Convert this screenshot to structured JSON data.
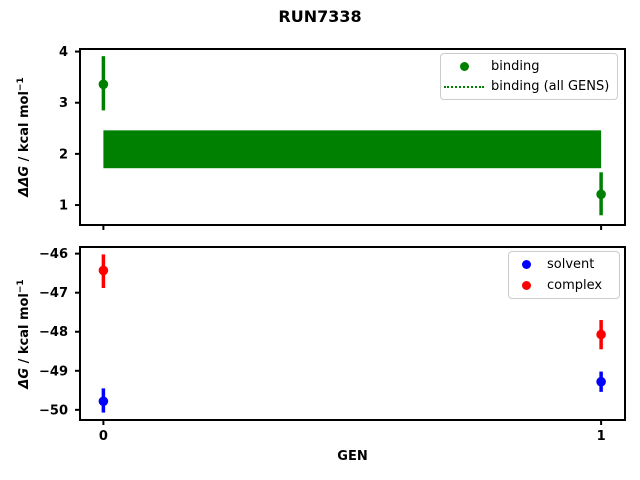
{
  "figure_title": "RUN7338",
  "colors": {
    "binding": "#008000",
    "solvent": "#0000ff",
    "complex": "#ff0000",
    "axes": "#000000",
    "background": "#ffffff",
    "legend_border": "#cccccc"
  },
  "chart_data": [
    {
      "type": "scatter",
      "title": "RUN7338",
      "xlabel": "",
      "ylabel": "ΔΔG / kcal mol⁻¹",
      "ylabel_parts": {
        "math": "ΔΔG",
        "rest": " / kcal mol",
        "sup": "−1"
      },
      "xlim": [
        -0.047,
        1.048
      ],
      "ylim": [
        0.61,
        4.05
      ],
      "grid": false,
      "xticks": {
        "values": [
          0,
          1
        ],
        "labels": [
          "",
          ""
        ]
      },
      "yticks": {
        "values": [
          4,
          3,
          2,
          1
        ],
        "labels": [
          "4",
          "3",
          "2",
          "1"
        ]
      },
      "series": [
        {
          "name": "binding",
          "color": "#008000",
          "marker": "circle",
          "x": [
            0,
            1
          ],
          "y": [
            3.36,
            1.21
          ],
          "err_low": [
            2.85,
            0.8
          ],
          "err_high": [
            3.91,
            1.64
          ]
        }
      ],
      "band": {
        "name": "binding (all GENS)",
        "color": "#008000",
        "linestyle": "dotted",
        "x": [
          0,
          1
        ],
        "y_low": 1.72,
        "y_high": 2.46
      },
      "legend": {
        "position": "upper right",
        "entries": [
          {
            "label": "binding",
            "marker": "dot",
            "color": "#008000"
          },
          {
            "label": "binding (all GENS)",
            "marker": "dotted-line",
            "color": "#008000"
          }
        ]
      }
    },
    {
      "type": "scatter",
      "title": "",
      "xlabel": "GEN",
      "ylabel": "ΔG / kcal mol⁻¹",
      "ylabel_parts": {
        "math": "ΔG",
        "rest": " / kcal mol",
        "sup": "−1"
      },
      "xlim": [
        -0.047,
        1.048
      ],
      "ylim": [
        -50.26,
        -45.83
      ],
      "grid": false,
      "xticks": {
        "values": [
          0,
          1
        ],
        "labels": [
          "0",
          "1"
        ]
      },
      "yticks": {
        "values": [
          -46,
          -47,
          -48,
          -49,
          -50
        ],
        "labels": [
          "−46",
          "−47",
          "−48",
          "−49",
          "−50"
        ]
      },
      "series": [
        {
          "name": "solvent",
          "color": "#0000ff",
          "marker": "circle",
          "x": [
            0,
            1
          ],
          "y": [
            -49.78,
            -49.28
          ],
          "err_low": [
            -50.07,
            -49.54
          ],
          "err_high": [
            -49.45,
            -49.02
          ]
        },
        {
          "name": "complex",
          "color": "#ff0000",
          "marker": "circle",
          "x": [
            0,
            1
          ],
          "y": [
            -46.43,
            -48.07
          ],
          "err_low": [
            -46.88,
            -48.45
          ],
          "err_high": [
            -46.02,
            -47.7
          ]
        }
      ],
      "legend": {
        "position": "upper right",
        "entries": [
          {
            "label": "solvent",
            "marker": "dot",
            "color": "#0000ff"
          },
          {
            "label": "complex",
            "marker": "dot",
            "color": "#ff0000"
          }
        ]
      }
    }
  ]
}
